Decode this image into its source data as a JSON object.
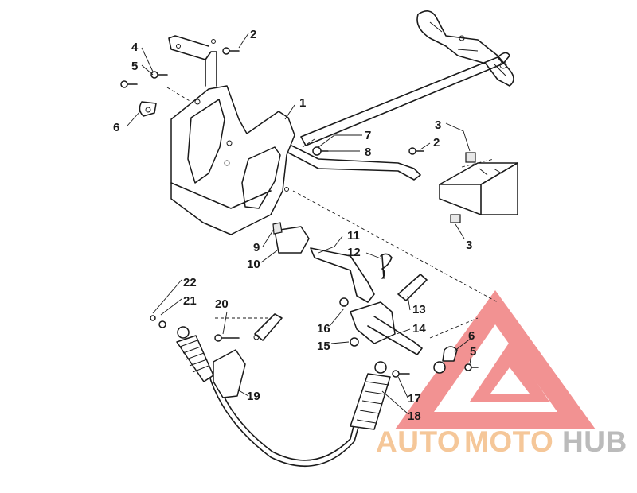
{
  "diagram": {
    "part_callouts": [
      {
        "id": "c1",
        "label": "1"
      },
      {
        "id": "c2a",
        "label": "2"
      },
      {
        "id": "c2b",
        "label": "2"
      },
      {
        "id": "c3a",
        "label": "3"
      },
      {
        "id": "c3b",
        "label": "3"
      },
      {
        "id": "c4",
        "label": "4"
      },
      {
        "id": "c5a",
        "label": "5"
      },
      {
        "id": "c5b",
        "label": "5"
      },
      {
        "id": "c6a",
        "label": "6"
      },
      {
        "id": "c6b",
        "label": "6"
      },
      {
        "id": "c7",
        "label": "7"
      },
      {
        "id": "c8",
        "label": "8"
      },
      {
        "id": "c9",
        "label": "9"
      },
      {
        "id": "c10",
        "label": "10"
      },
      {
        "id": "c11",
        "label": "11"
      },
      {
        "id": "c12",
        "label": "12"
      },
      {
        "id": "c13",
        "label": "13"
      },
      {
        "id": "c14",
        "label": "14"
      },
      {
        "id": "c15",
        "label": "15"
      },
      {
        "id": "c16",
        "label": "16"
      },
      {
        "id": "c17",
        "label": "17"
      },
      {
        "id": "c18",
        "label": "18"
      },
      {
        "id": "c19",
        "label": "19"
      },
      {
        "id": "c20",
        "label": "20"
      },
      {
        "id": "c21",
        "label": "21"
      },
      {
        "id": "c22",
        "label": "22"
      }
    ]
  },
  "watermark": {
    "part1": "AUTO",
    "part2": "MOTO",
    "part3": "HUB",
    "color_orange": "#f5c18f",
    "color_grey": "#b4b4b4",
    "color_logo": "#f08080"
  }
}
